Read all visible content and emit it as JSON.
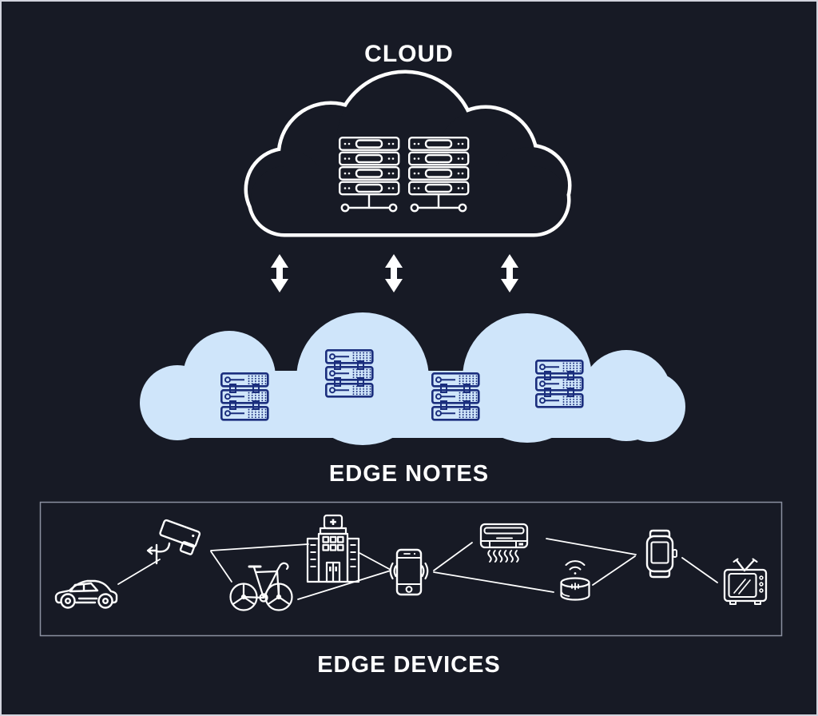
{
  "page": {
    "background_color": "#171a25",
    "outer_border_color": "#d2d3dd"
  },
  "sections": {
    "cloud": {
      "label": "CLOUD",
      "icons": [
        "cloud-outline",
        "server-rack",
        "server-rack"
      ]
    },
    "edge_nodes": {
      "label": "EDGE NOTES",
      "icons": [
        "edge-cloud",
        "server-stack",
        "server-stack",
        "server-stack",
        "server-stack"
      ]
    },
    "edge_devices": {
      "label": "EDGE DEVICES",
      "icons": [
        "car",
        "security-camera",
        "bicycle",
        "hospital",
        "smartphone",
        "air-conditioner",
        "smart-speaker",
        "smartwatch",
        "television"
      ]
    }
  },
  "arrows": {
    "count": 3,
    "type": "bidirectional-vertical",
    "color": "#ffffff"
  },
  "connections": [
    "car - security-camera",
    "security-camera - bicycle",
    "security-camera - hospital",
    "hospital - smartphone",
    "bicycle - smartphone",
    "smartphone - air-conditioner",
    "smartphone - smart-speaker",
    "air-conditioner - smartwatch",
    "smart-speaker - smartwatch",
    "smartwatch - television"
  ],
  "colors": {
    "white": "#ffffff",
    "edge_cloud_fill": "#cfe5fa",
    "server_icon_navy": "#1b2e7d",
    "device_box_border": "#8b90a0"
  }
}
